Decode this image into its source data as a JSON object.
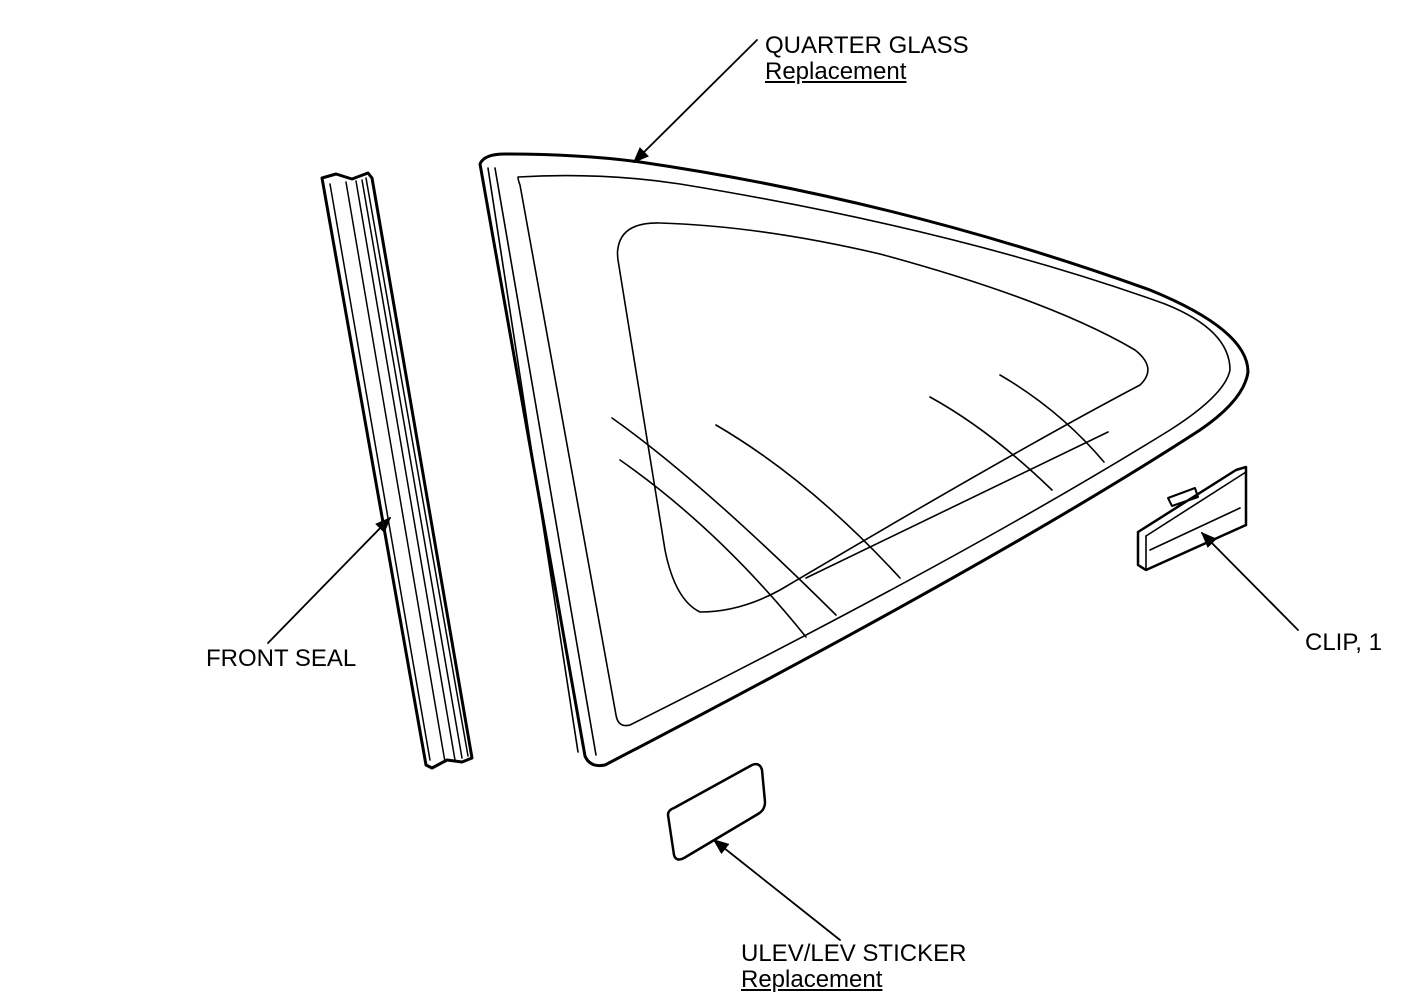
{
  "callouts": {
    "quarter_glass": {
      "title": "QUARTER GLASS",
      "sub": "Replacement"
    },
    "front_seal": {
      "title": "FRONT SEAL"
    },
    "clip": {
      "title": "CLIP, 1"
    },
    "sticker": {
      "title": "ULEV/LEV STICKER",
      "sub": "Replacement"
    }
  }
}
